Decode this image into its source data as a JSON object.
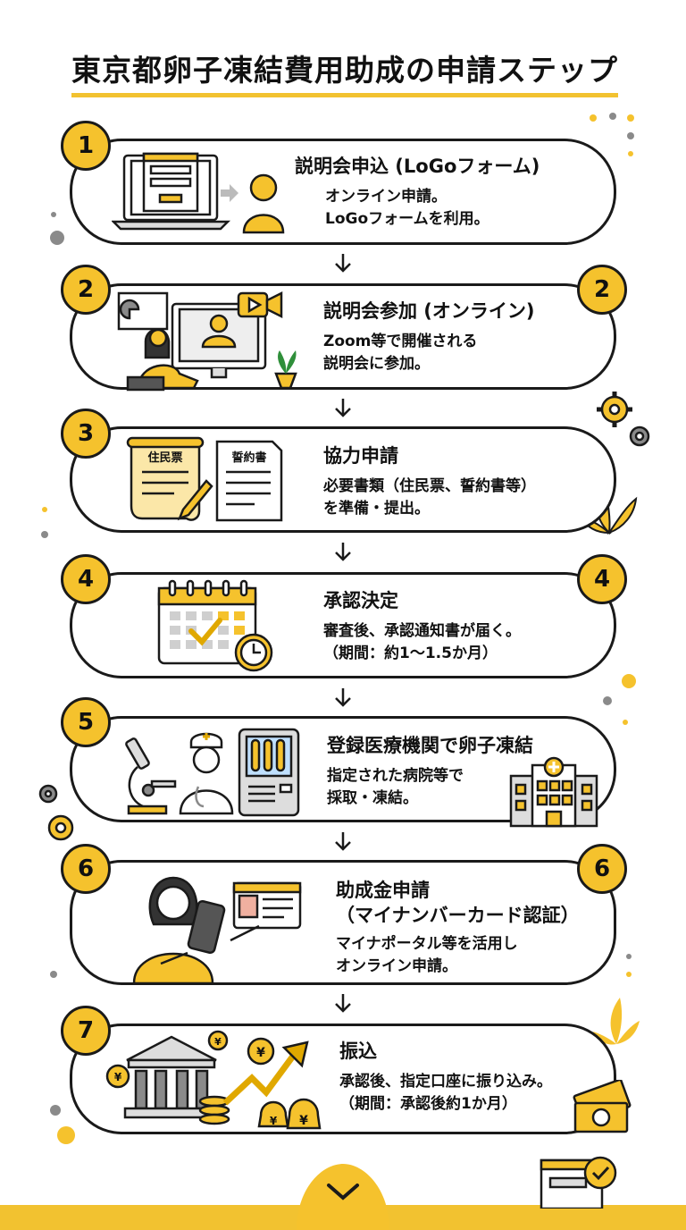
{
  "title": "東京都卵子凍結費用助成の申請ステップ",
  "steps": [
    {
      "number": "1",
      "title": "説明会申込 (LoGoフォーム)",
      "desc": [
        "オンライン申請。",
        "LoGoフォームを利用。"
      ]
    },
    {
      "number": "2",
      "title": "説明会参加 (オンライン)",
      "desc": [
        "Zoom等で開催される",
        "説明会に参加。"
      ]
    },
    {
      "number": "3",
      "title": "協力申請",
      "desc": [
        "必要書類（住民票、誓約書等）",
        "を準備・提出。"
      ]
    },
    {
      "number": "4",
      "title": "承認決定",
      "desc": [
        "審査後、承認通知書が届く。",
        "（期間：約1〜1.5か月）"
      ]
    },
    {
      "number": "5",
      "title": "登録医療機関で卵子凍結",
      "desc": [
        "指定された病院等で",
        "採取・凍結。"
      ]
    },
    {
      "number": "6",
      "title": "助成金申請",
      "subtitle": "（マイナンバーカード認証）",
      "desc": [
        "マイナポータル等を活用し",
        "オンライン申請。"
      ]
    },
    {
      "number": "7",
      "title": "振込",
      "desc": [
        "承認後、指定口座に振り込み。",
        "（期間：承認後約1か月）"
      ]
    }
  ],
  "doc_labels": {
    "juminhyo": "住民票",
    "seiyakusho": "誓約書"
  },
  "icons": {
    "step1": "laptop-form-icon",
    "step2": "video-meeting-icon",
    "step3": "documents-icon",
    "step4": "calendar-check-icon",
    "step5": "medical-lab-icon",
    "step6": "mynumber-card-icon",
    "step7": "bank-transfer-icon"
  },
  "colors": {
    "accent": "#f5c22d",
    "outline": "#1a1a1a",
    "gray": "#8a8a8a"
  }
}
